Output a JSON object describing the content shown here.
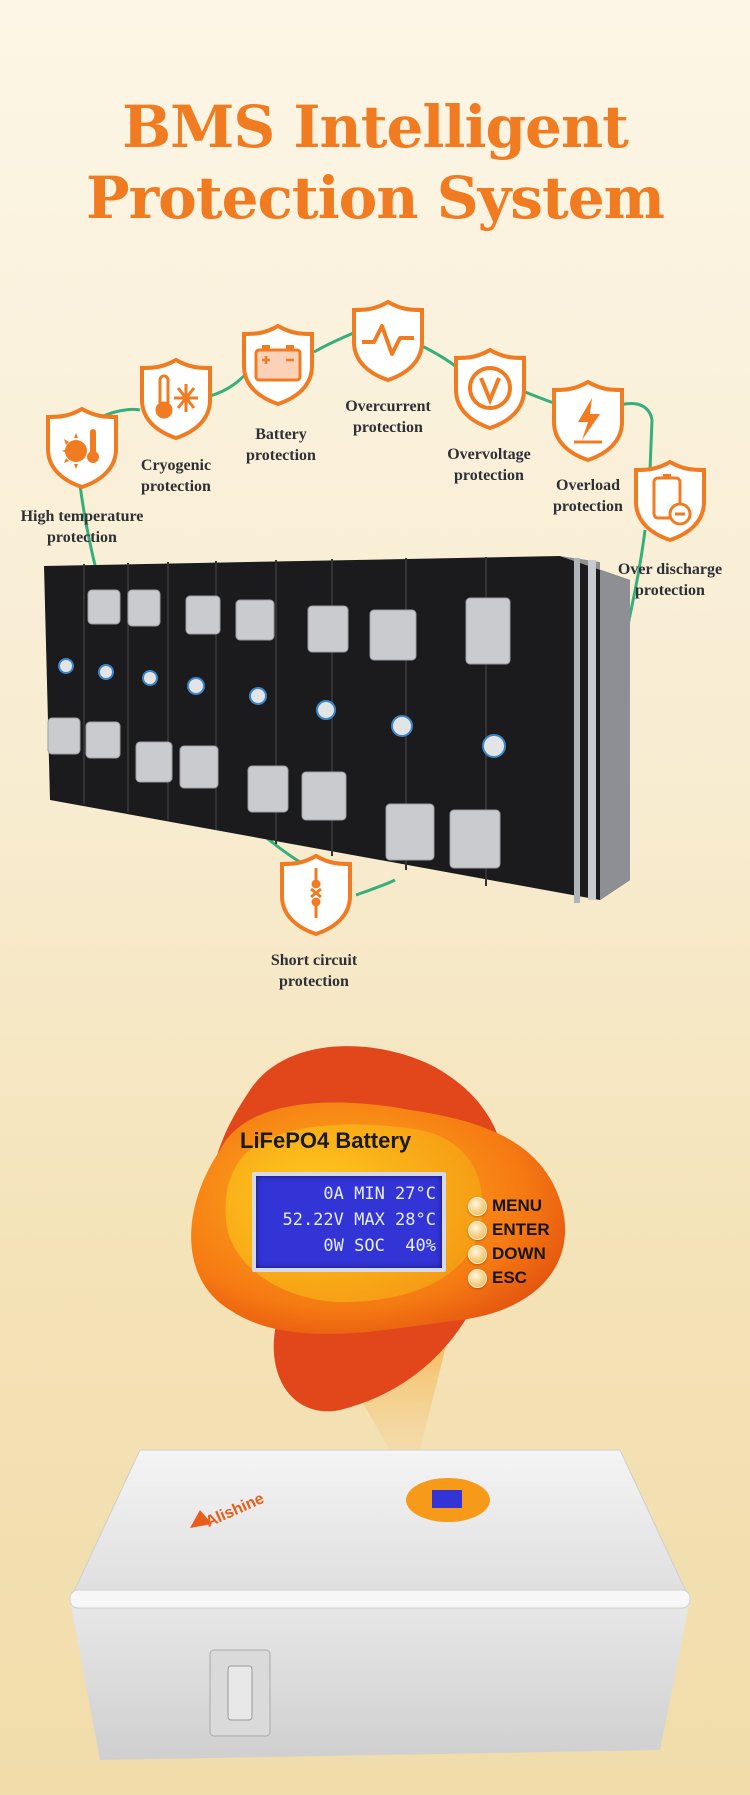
{
  "title": {
    "line1": "BMS Intelligent",
    "line2": "Protection System"
  },
  "protections": [
    {
      "icon": "thermometer-sun-icon",
      "line1": "High temperature",
      "line2": "protection"
    },
    {
      "icon": "thermometer-snowflake-icon",
      "line1": "Cryogenic",
      "line2": "protection"
    },
    {
      "icon": "battery-icon",
      "line1": "Battery",
      "line2": "protection"
    },
    {
      "icon": "current-wave-icon",
      "line1": "Overcurrent",
      "line2": "protection"
    },
    {
      "icon": "voltage-v-icon",
      "line1": "Overvoltage",
      "line2": "protection"
    },
    {
      "icon": "lightning-bolt-icon",
      "line1": "Overload",
      "line2": "protection"
    },
    {
      "icon": "phone-battery-minus-icon",
      "line1": "Over discharge",
      "line2": "protection"
    },
    {
      "icon": "switch-open-icon",
      "line1": "Short circuit",
      "line2": "protection"
    }
  ],
  "display": {
    "title": "LiFePO4 Battery",
    "lcd_line1": "0A MIN 27°C",
    "lcd_line2": "52.22V MAX 28°C",
    "lcd_line3": "0W SOC  40%",
    "buttons": [
      "MENU",
      "ENTER",
      "DOWN",
      "ESC"
    ]
  },
  "device": {
    "brand": "Alishine"
  },
  "colors": {
    "accent": "#f07b21",
    "connector_line": "#36b07a",
    "lcd": "#3334d6"
  }
}
